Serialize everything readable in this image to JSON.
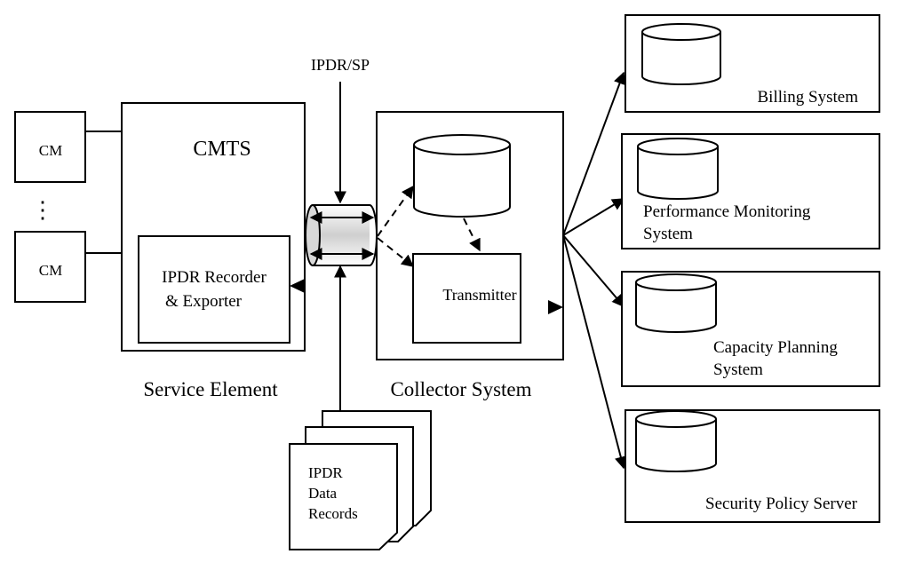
{
  "labels": {
    "cm_top": "CM",
    "cm_bottom": "CM",
    "ellipsis": "⋮",
    "cmts": "CMTS",
    "recorder_line1": "IPDR Recorder",
    "recorder_line2": "& Exporter",
    "service_element": "Service Element",
    "ipdr_sp": "IPDR/SP",
    "transmitter": "Transmitter",
    "collector_system": "Collector System",
    "records_line1": "IPDR",
    "records_line2": "Data",
    "records_line3": "Records",
    "billing": "Billing System",
    "perf_line1": "Performance Monitoring",
    "perf_line2": "System",
    "capacity_line1": "Capacity Planning",
    "capacity_line2": "System",
    "security": "Security Policy Server"
  }
}
